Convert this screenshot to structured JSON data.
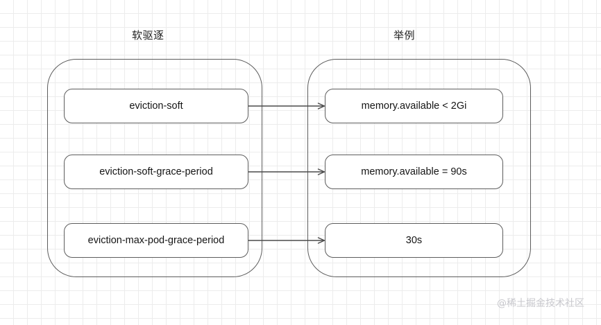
{
  "columns": {
    "left_title": "软驱逐",
    "right_title": "举例"
  },
  "rows": [
    {
      "key": "eviction-soft",
      "left_label": "eviction-soft",
      "right_label": "memory.available < 2Gi"
    },
    {
      "key": "eviction-soft-grace-period",
      "left_label": "eviction-soft-grace-period",
      "right_label": "memory.available = 90s"
    },
    {
      "key": "eviction-max-pod-grace-period",
      "left_label": "eviction-max-pod-grace-period",
      "right_label": "30s"
    }
  ],
  "watermark": "@稀土掘金技术社区",
  "colors": {
    "stroke": "#5c5c5c",
    "text": "#141414",
    "grid": "#ececec",
    "background": "#ffffff",
    "watermark": "#c8c8cd"
  }
}
